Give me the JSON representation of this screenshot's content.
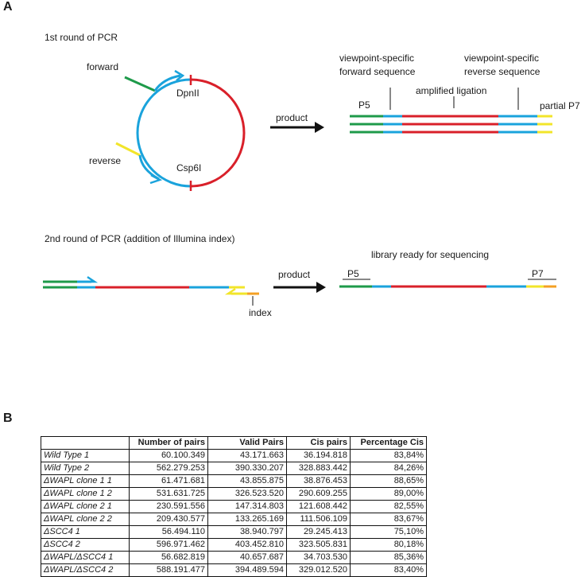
{
  "panel_a": {
    "letter": "A",
    "round1_title": "1st round of PCR",
    "forward_label": "forward",
    "reverse_label": "reverse",
    "dpnii_label": "DpnII",
    "csp6i_label": "Csp6I",
    "product_label_1": "product",
    "vp_forward_line1": "viewpoint-specific",
    "vp_forward_line2": "forward sequence",
    "vp_reverse_line1": "viewpoint-specific",
    "vp_reverse_line2": "reverse sequence",
    "amplified_label": "amplified ligation",
    "p5_label_1": "P5",
    "partial_p7_label": "partial P7",
    "round2_title": "2nd round of PCR (addition of Illumina index)",
    "product_label_2": "product",
    "library_label": "library ready for sequencing",
    "index_label": "index",
    "p5_label_2": "P5",
    "p7_label": "P7"
  },
  "panel_b": {
    "letter": "B",
    "headers": [
      "",
      "Number of pairs",
      "Valid Pairs",
      "Cis pairs",
      "Percentage Cis"
    ],
    "rows": [
      [
        "Wild Type 1",
        "60.100.349",
        "43.171.663",
        "36.194.818",
        "83,84%"
      ],
      [
        "Wild Type 2",
        "562.279.253",
        "390.330.207",
        "328.883.442",
        "84,26%"
      ],
      [
        "ΔWAPL clone 1 1",
        "61.471.681",
        "43.855.875",
        "38.876.453",
        "88,65%"
      ],
      [
        "ΔWAPL clone 1 2",
        "531.631.725",
        "326.523.520",
        "290.609.255",
        "89,00%"
      ],
      [
        "ΔWAPL clone 2 1",
        "230.591.556",
        "147.314.803",
        "121.608.442",
        "82,55%"
      ],
      [
        "ΔWAPL clone 2 2",
        "209.430.577",
        "133.265.169",
        "111.506.109",
        "83,67%"
      ],
      [
        "ΔSCC4 1",
        "56.494.110",
        "38.940.797",
        "29.245.413",
        "75,10%"
      ],
      [
        "ΔSCC4 2",
        "596.971.462",
        "403.452.810",
        "323.505.831",
        "80,18%"
      ],
      [
        "ΔWAPL/ΔSCC4 1",
        "56.682.819",
        "40.657.687",
        "34.703.530",
        "85,36%"
      ],
      [
        "ΔWAPL/ΔSCC4 2",
        "588.191.477",
        "394.489.594",
        "329.012.520",
        "83,40%"
      ]
    ]
  },
  "colors": {
    "p5_green": "#1e9a4a",
    "viewpoint_blue": "#1aa3dc",
    "ligation_red": "#d9202a",
    "p7_yellow": "#f2e52a",
    "index_orange": "#f4a024",
    "arrow_black": "#111111"
  }
}
